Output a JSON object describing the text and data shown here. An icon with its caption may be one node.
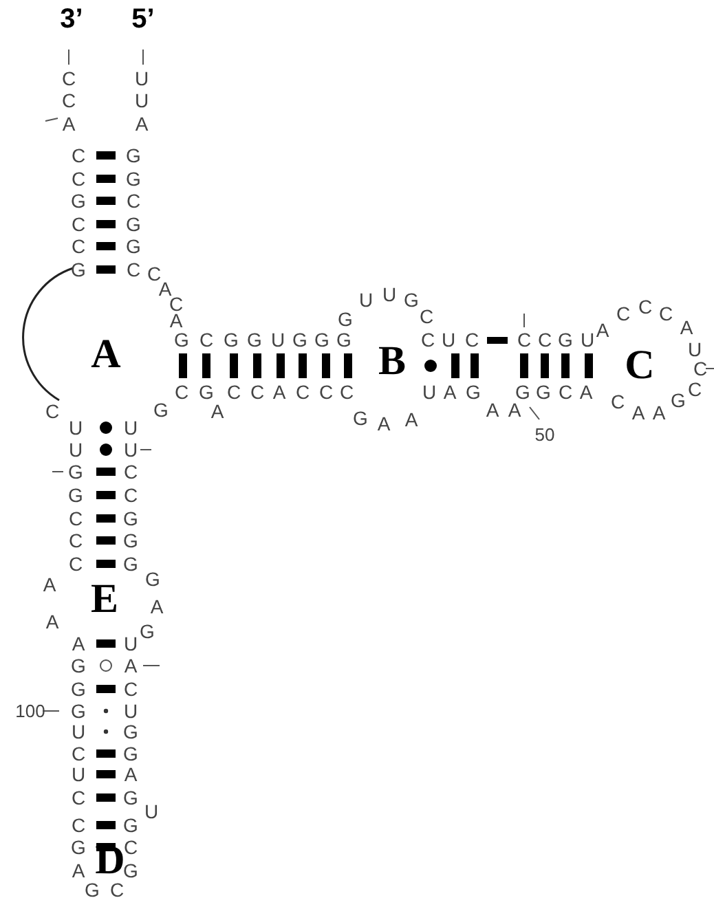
{
  "diagram": {
    "labels": [
      "3’",
      "5’",
      "C",
      "U",
      "C",
      "U",
      "A",
      "A",
      "C",
      "G",
      "C",
      "G",
      "G",
      "C",
      "C",
      "G",
      "C",
      "G",
      "G",
      "C",
      "C",
      "A",
      "C",
      "A",
      "G",
      "U",
      "U",
      "G",
      "C",
      "A",
      "C",
      "C",
      "C",
      "A",
      "G",
      "C",
      "G",
      "G",
      "U",
      "G",
      "G",
      "G",
      "C",
      "U",
      "C",
      "C",
      "C",
      "G",
      "U",
      "A",
      "B",
      "C",
      "U",
      "C",
      "C",
      "G",
      "C",
      "C",
      "A",
      "C",
      "C",
      "C",
      "U",
      "A",
      "G",
      "G",
      "G",
      "C",
      "A",
      "C",
      "C",
      "G",
      "A",
      "G",
      "A",
      "A",
      "A",
      "A",
      "C",
      "A",
      "A",
      "G",
      "50",
      "U",
      "U",
      "U",
      "U",
      "G",
      "C",
      "G",
      "C",
      "C",
      "G",
      "C",
      "G",
      "C",
      "G",
      "A",
      "G",
      "E",
      "A",
      "A",
      "G",
      "A",
      "U",
      "G",
      "A",
      "G",
      "C",
      "100",
      "G",
      "U",
      "U",
      "G",
      "C",
      "G",
      "U",
      "A",
      "C",
      "G",
      "U",
      "C",
      "G",
      "G",
      "C",
      "D",
      "A",
      "G",
      "G",
      "C"
    ]
  }
}
